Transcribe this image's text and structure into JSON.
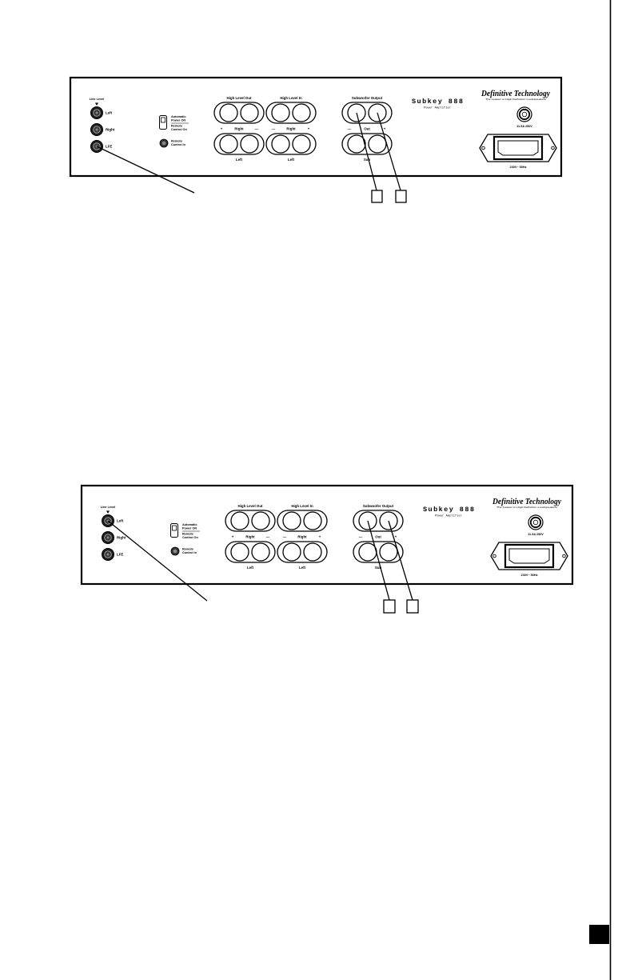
{
  "panel": {
    "line_level_label": "Line Level",
    "jacks": [
      {
        "label": "Left"
      },
      {
        "label": "Right"
      },
      {
        "label": "LFE"
      }
    ],
    "power_switch": {
      "upper": [
        "Automatic",
        "Power ON"
      ],
      "lower": [
        "Remote",
        "Control On"
      ]
    },
    "remote_jack": [
      "Remote",
      "Control In"
    ],
    "terminal_groups": [
      {
        "title": "High Level Out",
        "left_sign": "+",
        "middle": "Right",
        "right_sign": "—",
        "bottom": "Left"
      },
      {
        "title": "High Level In",
        "left_sign": "—",
        "middle": "Right",
        "right_sign": "+",
        "bottom": "Left"
      },
      {
        "title": "Subwoofer Output",
        "left_sign": "—",
        "middle": "Out",
        "right_sign": "+",
        "bottom": "Sub"
      }
    ],
    "model_name": "Subkey 888",
    "model_subtitle": "Power Amplifier",
    "brand": "Definitive Technology",
    "brand_tagline": "The Leader in High Definition Loudspeakers",
    "fuse_label": "11.5A 250V",
    "power_inlet_label": "230V~ 50Hz"
  },
  "colors": {
    "ink": "#000000",
    "paper": "#ffffff",
    "jack_ring": "#9a9a9a"
  }
}
